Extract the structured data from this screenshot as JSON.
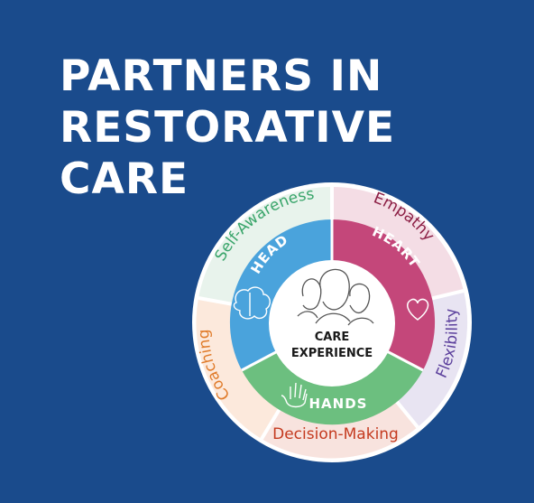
{
  "title": {
    "line1": "PARTNERS IN",
    "line2": "RESTORATIVE",
    "line3": "CARE"
  },
  "center": {
    "line1": "CARE",
    "line2": "EXPERIENCE"
  },
  "inner_segments": {
    "head": "HEAD",
    "heart": "HEART",
    "hands": "HANDS"
  },
  "outer_segments": {
    "self_awareness": "Self-Awareness",
    "empathy": "Empathy",
    "flexibility": "Flexibility",
    "decision_making": "Decision-Making",
    "coaching": "Coaching"
  },
  "colors": {
    "background": "#1a4b8c",
    "head": "#4aa3dc",
    "heart": "#c4477a",
    "hands": "#6cbf7f",
    "self_awareness_text": "#3aa56b",
    "empathy_text": "#8c1f45",
    "flexibility_text": "#5b3f9c",
    "decision_making_text": "#c43a1f",
    "coaching_text": "#e07b2a"
  },
  "icons": {
    "head": "brain-icon",
    "heart": "heart-icon",
    "hands": "hand-icon",
    "center": "people-faces-icon"
  }
}
